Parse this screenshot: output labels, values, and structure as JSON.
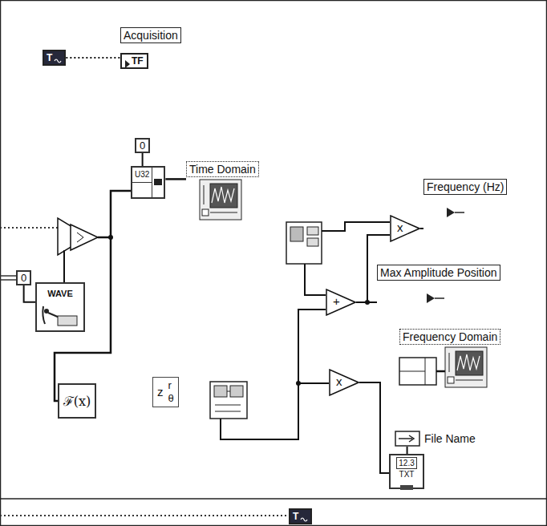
{
  "diagram": {
    "nodes": [
      {
        "text": [
          "T"
        ]
      },
      {
        "text": [
          "Acquisition",
          "TF"
        ]
      },
      {
        "text": [
          "0"
        ]
      },
      {
        "text": [
          "U32"
        ]
      },
      {
        "text": [
          "Time Domain"
        ]
      },
      {
        "text": [
          "0"
        ]
      },
      {
        "text": [
          "WAVE"
        ]
      },
      {
        "text": [
          "ℱ(x)"
        ]
      },
      {
        "text": [
          "z",
          "r",
          "θ"
        ]
      },
      {
        "text": [
          "x"
        ]
      },
      {
        "text": [
          "Frequency (Hz)"
        ]
      },
      {
        "text": [
          "+"
        ]
      },
      {
        "text": [
          "Max Amplitude Position"
        ]
      },
      {
        "text": [
          "Frequency Domain"
        ]
      },
      {
        "text": [
          "x"
        ]
      },
      {
        "text": [
          "File Name"
        ]
      },
      {
        "text": [
          "12.3",
          "TXT"
        ]
      },
      {
        "text": [
          "T"
        ]
      }
    ],
    "edges": [
      {
        "from": 0,
        "to": 1,
        "arrow": "none"
      },
      {
        "from": 2,
        "to": 3,
        "arrow": "none"
      },
      {
        "from": 3,
        "to": 4,
        "arrow": "none"
      },
      {
        "from": 5,
        "to": 6,
        "arrow": "none"
      },
      {
        "from": 11,
        "to": 12,
        "arrow": "none"
      },
      {
        "from": 9,
        "to": 10,
        "arrow": "none"
      },
      {
        "from": 15,
        "to": 16,
        "arrow": "none"
      }
    ]
  }
}
